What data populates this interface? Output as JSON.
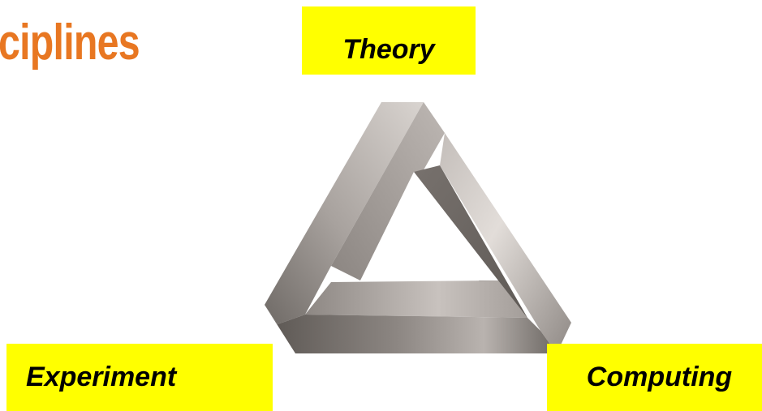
{
  "title": "ciplines",
  "labels": {
    "theory": "Theory",
    "experiment": "Experiment",
    "computing": "Computing"
  },
  "colors": {
    "title": "#e87722",
    "label_background": "#ffff00",
    "label_text": "#000000",
    "triangle_light": "#d8d3cf",
    "triangle_mid": "#9b9591",
    "triangle_dark": "#5e5955"
  },
  "graphic": "penrose-triangle"
}
